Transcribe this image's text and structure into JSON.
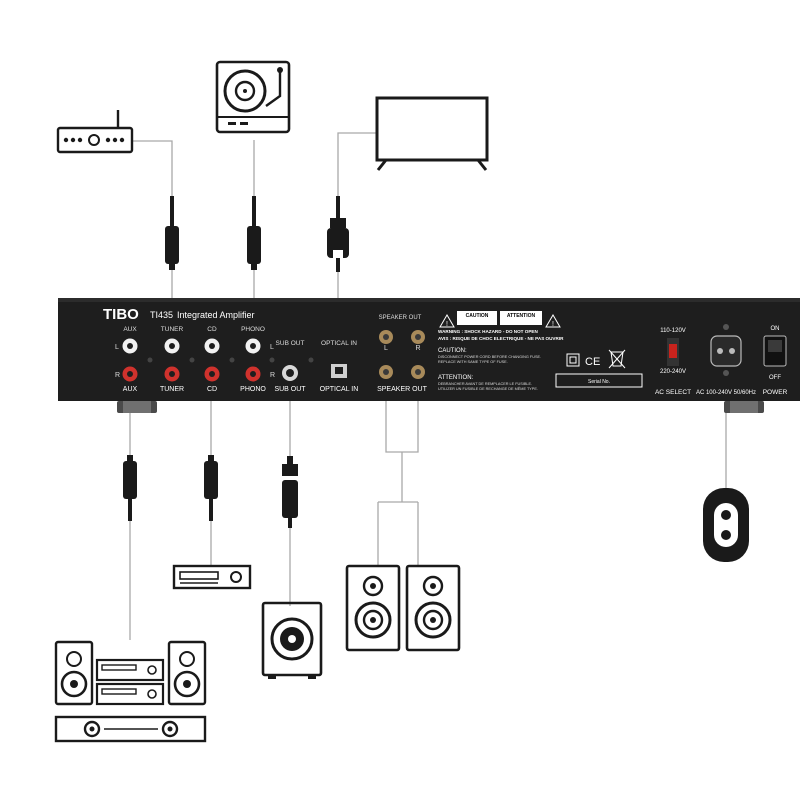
{
  "panel": {
    "brand": "TIBO",
    "model": "TI435",
    "subtitle": "Integrated Amplifier",
    "inputs": {
      "aux_top": "AUX",
      "tuner_top": "TUNER",
      "cd_top": "CD",
      "phono_top": "PHONO",
      "aux": "AUX",
      "tuner": "TUNER",
      "cd": "CD",
      "phono": "PHONO",
      "left": "L",
      "right": "R"
    },
    "sub_out_top": "SUB OUT",
    "sub_out": "SUB OUT",
    "optical_in_top": "OPTICAL IN",
    "optical_in": "OPTICAL IN",
    "speaker_out_top": "SPEAKER OUT",
    "speaker_out": "SPEAKER OUT",
    "speaker_left": "L",
    "speaker_right": "R",
    "caution_box": "CAUTION",
    "attention_box": "ATTENTION",
    "warning_line1": "WARNING : SHOCK HAZARD - DO NOT OPEN",
    "warning_line2": "AVIS : RISQUE DE CHOC ELECTRIQUE - NE PAS OUVRIR",
    "caution_title": "CAUTION:",
    "caution_line1": "DISCONNECT POWER CORD BEFORE CHANGING FUSE.",
    "caution_line2": "REPLACE WITH SAME TYPE OF FUSE.",
    "attention_title": "ATTENTION:",
    "attention_line1": "DEBRANCHER AVANT DE REMPLACER LE FUSIBLE.",
    "attention_line2": "UTILIZER UN FUSIBLE DE RECHANGE DE MÊME TYPE.",
    "ce_mark": "CE",
    "serial_label": "Serial No.",
    "voltage_high": "110-120V",
    "voltage_low": "220-240V",
    "ac_select": "AC SELECT",
    "ac_rating": "AC 100-240V 50/60Hz",
    "power_on": "ON",
    "power_off": "OFF",
    "power": "POWER"
  },
  "colors": {
    "panel": "#1e1e1e",
    "line": "#a9a9a9",
    "device": "#1a1a1a",
    "jack_red": "#d0322d",
    "jack_white": "#f2f2f2",
    "switch_red": "#c8231d"
  }
}
